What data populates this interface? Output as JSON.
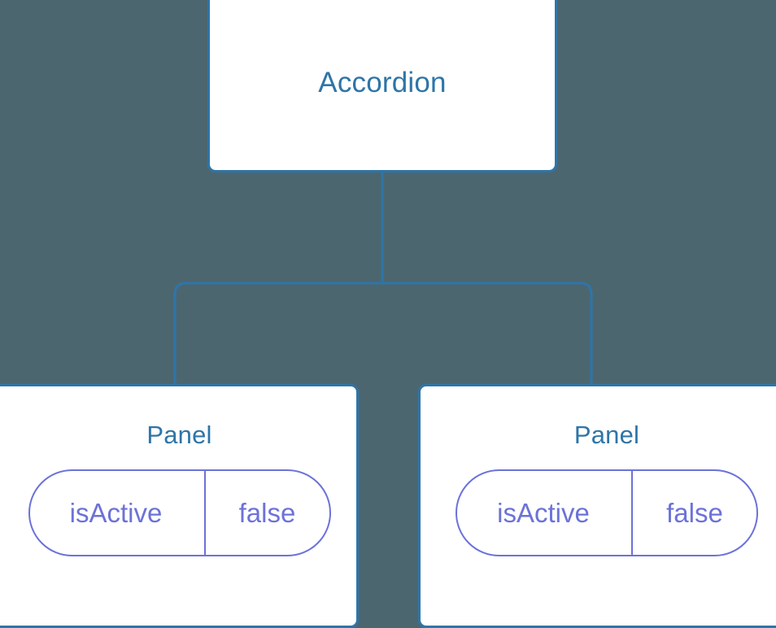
{
  "diagram": {
    "type": "component-tree",
    "background_color": "#4c6670",
    "node_border_color": "#2e75a8",
    "node_text_color": "#2e75a8",
    "node_fill_color": "#ffffff",
    "edge_color": "#2e75a8",
    "pill_color": "#6c72d8",
    "root": {
      "label": "Accordion"
    },
    "children": [
      {
        "label": "Panel",
        "state": {
          "key": "isActive",
          "value": "false"
        }
      },
      {
        "label": "Panel",
        "state": {
          "key": "isActive",
          "value": "false"
        }
      }
    ]
  }
}
